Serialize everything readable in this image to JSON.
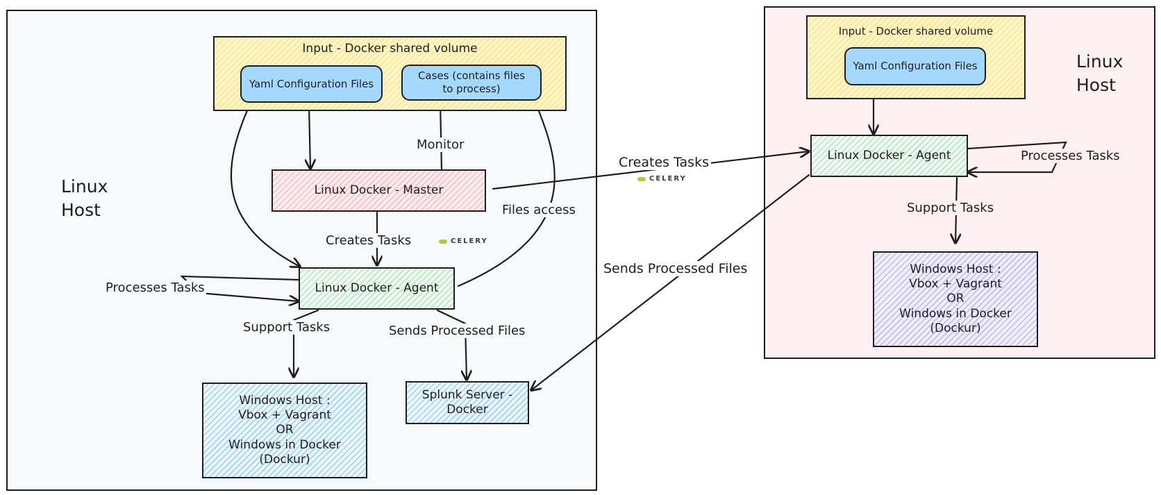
{
  "left_host": {
    "label": "Linux\nHost",
    "input_volume": {
      "title": "Input - Docker shared volume",
      "yaml": "Yaml Configuration Files",
      "cases": "Cases (contains files\nto process)"
    },
    "master": "Linux Docker - Master",
    "agent": "Linux Docker - Agent",
    "windows": "Windows Host :\nVbox + Vagrant\nOR\nWindows in Docker\n(Dockur)",
    "splunk": "Splunk Server -\nDocker",
    "edges": {
      "monitor": "Monitor",
      "files_access": "Files access",
      "creates_tasks": "Creates Tasks",
      "processes_tasks": "Processes Tasks",
      "support_tasks": "Support Tasks",
      "sends_processed_files": "Sends Processed Files"
    },
    "celery": "CELERY"
  },
  "right_host": {
    "label": "Linux\nHost",
    "input_volume": {
      "title": "Input - Docker shared volume",
      "yaml": "Yaml Configuration Files"
    },
    "agent": "Linux Docker - Agent",
    "windows": "Windows Host :\nVbox + Vagrant\nOR\nWindows in Docker\n(Dockur)",
    "edges": {
      "processes_tasks": "Processes Tasks",
      "support_tasks": "Support Tasks"
    }
  },
  "cross_edges": {
    "creates_tasks": "Creates Tasks",
    "sends_processed_files": "Sends Processed Files",
    "celery": "CELERY"
  },
  "colors": {
    "stroke": "#1e1e1e",
    "left_host_bg": "#f8f9fa",
    "right_host_bg": "#fff0f3",
    "yellow": "#ffec99",
    "pink": "#ffc9c9",
    "green": "#b2f2bb",
    "blue": "#a5d8ff",
    "violet": "#d0bfff",
    "celery_green": "#a6cf3a"
  }
}
